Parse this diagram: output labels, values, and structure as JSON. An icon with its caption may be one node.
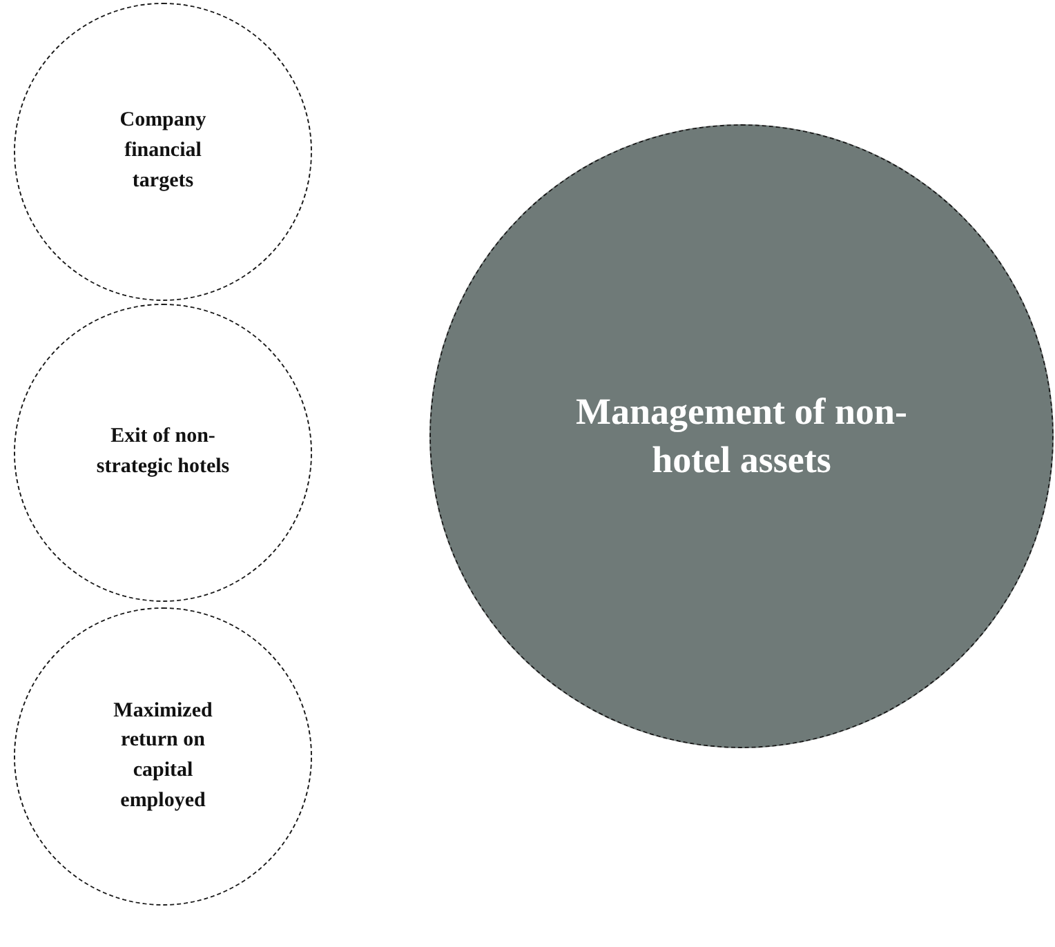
{
  "diagram": {
    "nodes": [
      {
        "text": [
          "Company financial targets"
        ]
      },
      {
        "text": [
          "Exit of non-strategic hotels"
        ]
      },
      {
        "text": [
          "Maximized return on capital employed"
        ]
      },
      {
        "text": [
          "Management of non-hotel assets"
        ]
      }
    ]
  }
}
